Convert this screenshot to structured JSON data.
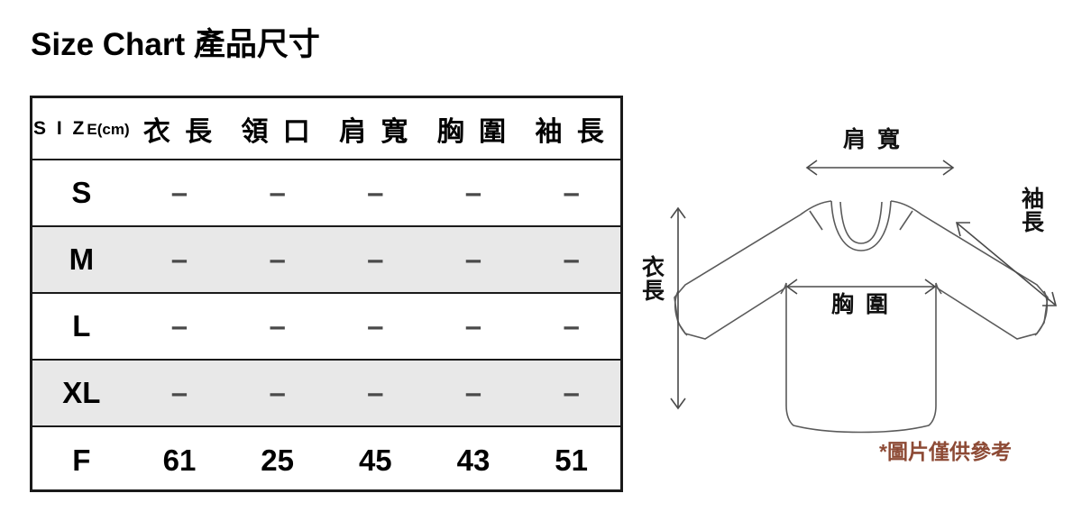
{
  "page": {
    "title": "Size Chart 產品尺寸",
    "background_color": "#ffffff",
    "text_color": "#000000"
  },
  "table": {
    "name": "size-chart-table",
    "border_color": "#1a1a1a",
    "shaded_row_color": "#e8e8e8",
    "unit_note": "(cm)",
    "columns": [
      {
        "key": "size",
        "label_main": "S I Z",
        "label_sub": "E(cm)"
      },
      {
        "key": "length",
        "label": "衣 長"
      },
      {
        "key": "collar",
        "label": "領 口"
      },
      {
        "key": "shoulder",
        "label": "肩 寬"
      },
      {
        "key": "chest",
        "label": "胸 圍"
      },
      {
        "key": "sleeve",
        "label": "袖 長"
      }
    ],
    "rows": [
      {
        "size": "S",
        "shaded": false,
        "values": [
          "–",
          "–",
          "–",
          "–",
          "–"
        ]
      },
      {
        "size": "M",
        "shaded": true,
        "values": [
          "–",
          "–",
          "–",
          "–",
          "–"
        ]
      },
      {
        "size": "L",
        "shaded": false,
        "values": [
          "–",
          "–",
          "–",
          "–",
          "–"
        ]
      },
      {
        "size": "XL",
        "shaded": true,
        "values": [
          "–",
          "–",
          "–",
          "–",
          "–"
        ]
      },
      {
        "size": "F",
        "shaded": false,
        "values": [
          "61",
          "25",
          "45",
          "43",
          "51"
        ]
      }
    ]
  },
  "diagram": {
    "name": "garment-measurement-diagram",
    "garment": "long-sleeve-top",
    "stroke_color": "#5a5a5a",
    "labels": {
      "shoulder_width": "肩 寬",
      "chest_width": "胸 圍",
      "sleeve_length_line1": "袖",
      "sleeve_length_line2": "長",
      "body_length_line1": "衣",
      "body_length_line2": "長"
    }
  },
  "footnote": {
    "text": "*圖片僅供參考",
    "color": "#8d4a35"
  },
  "chart_data": {
    "type": "table",
    "title": "Size Chart 產品尺寸",
    "unit": "cm",
    "categories": [
      "S",
      "M",
      "L",
      "XL",
      "F"
    ],
    "measurements": [
      "衣長",
      "領口",
      "肩寬",
      "胸圍",
      "袖長"
    ],
    "series": [
      {
        "name": "S",
        "values": [
          null,
          null,
          null,
          null,
          null
        ]
      },
      {
        "name": "M",
        "values": [
          null,
          null,
          null,
          null,
          null
        ]
      },
      {
        "name": "L",
        "values": [
          null,
          null,
          null,
          null,
          null
        ]
      },
      {
        "name": "XL",
        "values": [
          null,
          null,
          null,
          null,
          null
        ]
      },
      {
        "name": "F",
        "values": [
          61,
          25,
          45,
          43,
          51
        ]
      }
    ]
  }
}
